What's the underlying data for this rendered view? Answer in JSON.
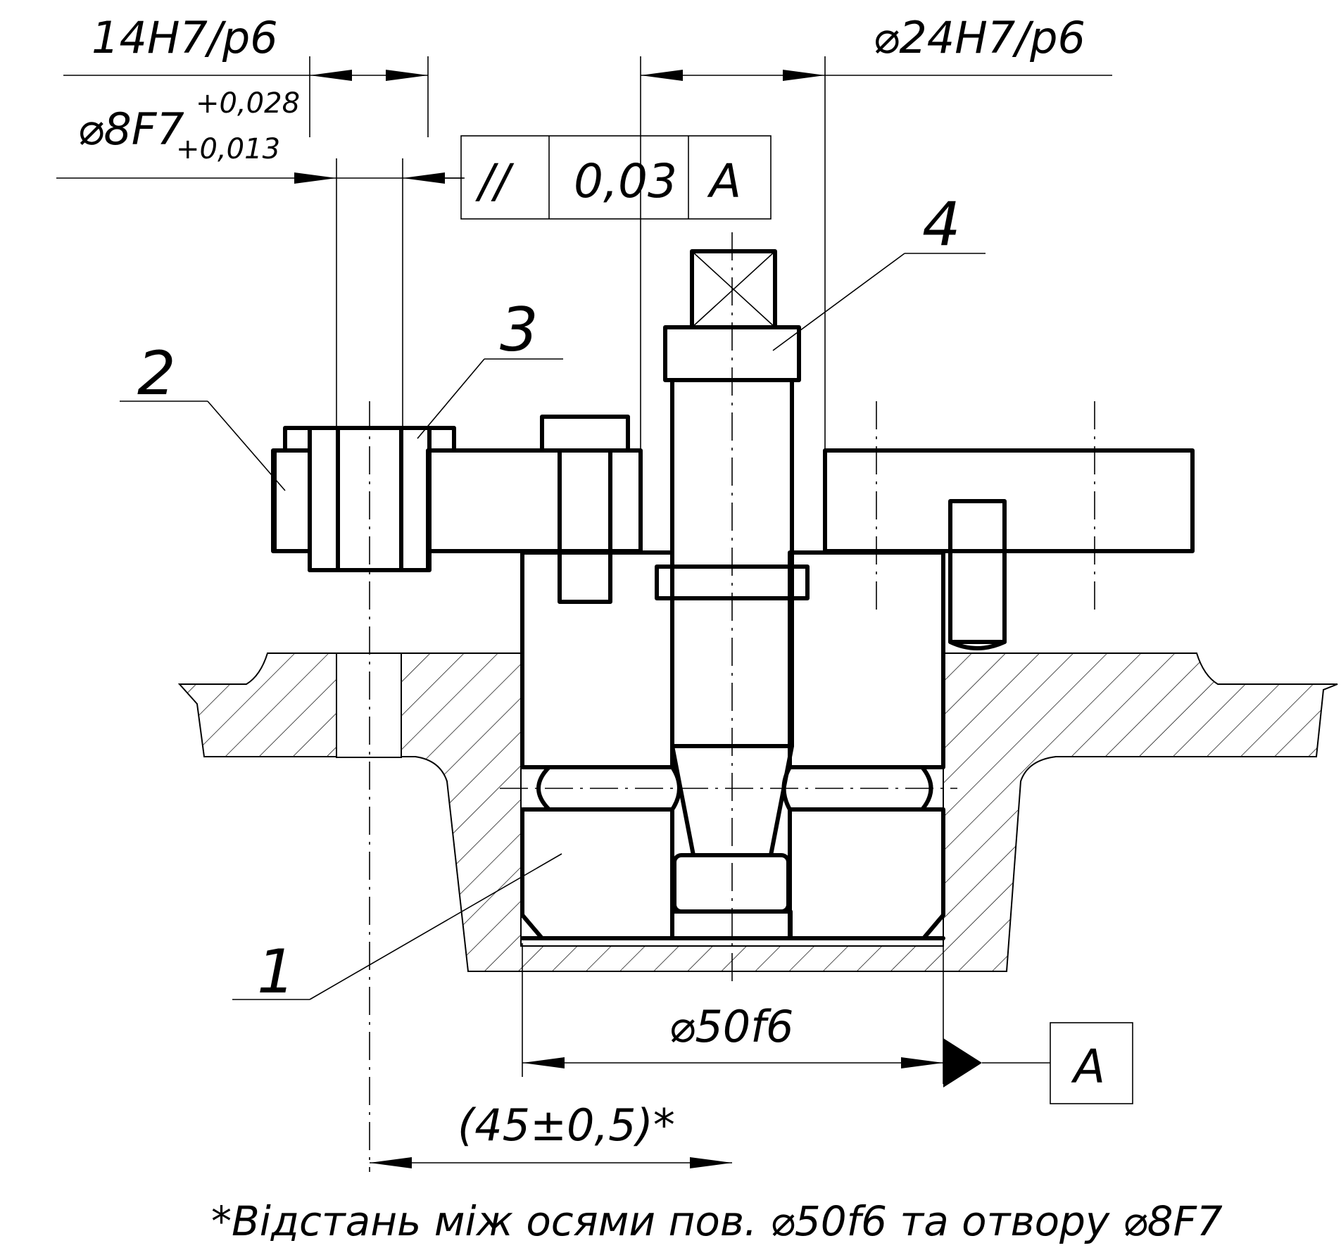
{
  "dimensions": {
    "fit_14": "14H7/p6",
    "fit_24": "⌀24H7/p6",
    "hole_8": "⌀8F7",
    "tol_upper": "+0,028",
    "tol_lower": "+0,013",
    "shaft_50": "⌀50f6",
    "center_distance": "(45±0,5)*"
  },
  "tolerance_frame": {
    "symbol": "//",
    "value": "0,03",
    "datum": "A"
  },
  "datum_label": "A",
  "balloons": [
    "1",
    "2",
    "3",
    "4"
  ],
  "note": "*Відстань між осями пов. ⌀50f6 та отвору ⌀8F7"
}
